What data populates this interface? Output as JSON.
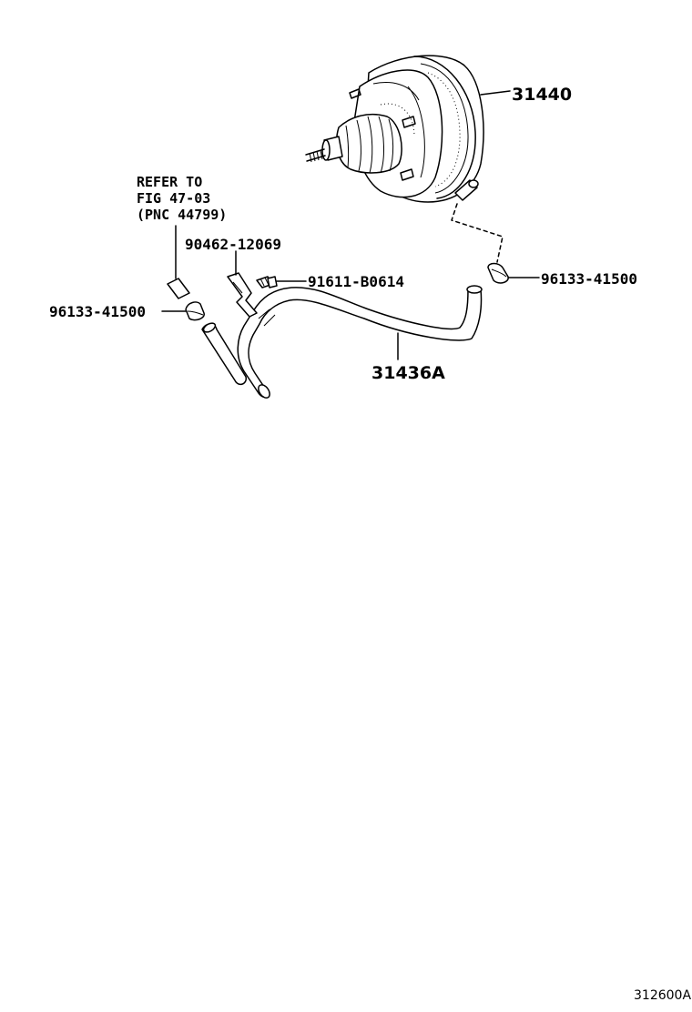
{
  "labels": {
    "booster": "31440",
    "hose": "31436A",
    "clamp_right": "96133-41500",
    "clamp_left": "96133-41500",
    "bracket": "90462-12069",
    "bolt": "91611-B0614",
    "refer_line1": "REFER TO",
    "refer_line2": "FIG 47-03",
    "refer_line3": "(PNC 44799)",
    "illustration_id": "312600A"
  }
}
